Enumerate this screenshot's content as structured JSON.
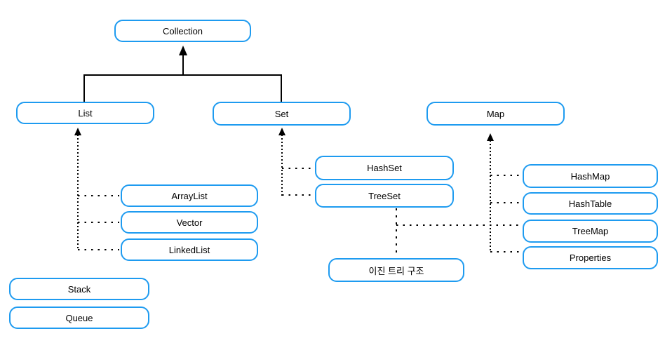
{
  "diagram": {
    "nodes": {
      "collection": {
        "label": "Collection"
      },
      "list": {
        "label": "List"
      },
      "set": {
        "label": "Set"
      },
      "map": {
        "label": "Map"
      },
      "arraylist": {
        "label": "ArrayList"
      },
      "vector": {
        "label": "Vector"
      },
      "linkedlist": {
        "label": "LinkedList"
      },
      "hashset": {
        "label": "HashSet"
      },
      "treeset": {
        "label": "TreeSet"
      },
      "hashmap": {
        "label": "HashMap"
      },
      "hashtable": {
        "label": "HashTable"
      },
      "treemap": {
        "label": "TreeMap"
      },
      "properties": {
        "label": "Properties"
      },
      "binary_tree": {
        "label": "이진 트리 구조"
      },
      "stack": {
        "label": "Stack"
      },
      "queue": {
        "label": "Queue"
      }
    },
    "edges": [
      {
        "from": "List",
        "to": "Collection",
        "style": "solid-arrow"
      },
      {
        "from": "Set",
        "to": "Collection",
        "style": "solid-arrow"
      },
      {
        "from": "ArrayList",
        "to": "List",
        "style": "dotted-arrow"
      },
      {
        "from": "Vector",
        "to": "List",
        "style": "dotted-arrow"
      },
      {
        "from": "LinkedList",
        "to": "List",
        "style": "dotted-arrow"
      },
      {
        "from": "HashSet",
        "to": "Set",
        "style": "dotted-arrow"
      },
      {
        "from": "TreeSet",
        "to": "Set",
        "style": "dotted-arrow"
      },
      {
        "from": "HashMap",
        "to": "Map",
        "style": "dotted-arrow"
      },
      {
        "from": "HashTable",
        "to": "Map",
        "style": "dotted-arrow"
      },
      {
        "from": "TreeMap",
        "to": "Map",
        "style": "dotted-arrow"
      },
      {
        "from": "Properties",
        "to": "Map",
        "style": "dotted-arrow"
      },
      {
        "from": "TreeSet",
        "to": "이진 트리 구조",
        "style": "dotted"
      },
      {
        "from": "TreeMap",
        "to": "이진 트리 구조",
        "style": "dotted"
      }
    ],
    "colors": {
      "node_border": "#1E9BF0",
      "node_fill": "#FFFFFF",
      "connector": "#000000",
      "text": "#000000",
      "background": "#FFFFFF"
    }
  }
}
